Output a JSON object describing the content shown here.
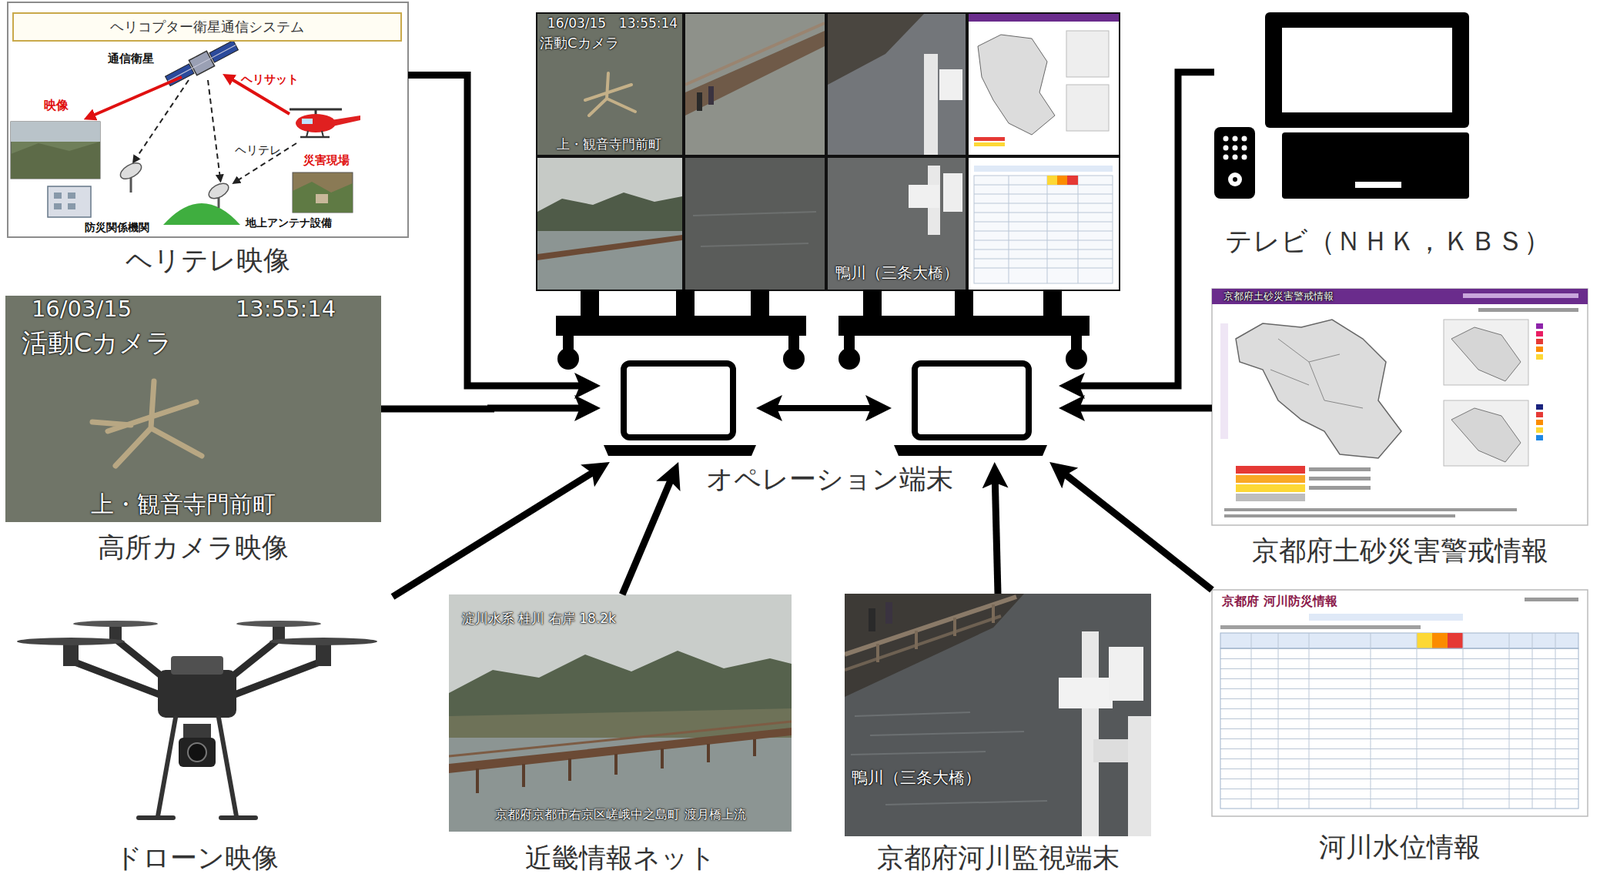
{
  "diagram": {
    "nodes": [
      {
        "text": [
          "ヘリテレ映像"
        ]
      },
      {
        "text": [
          "ヘリコプター衛星通信システム"
        ],
        "in": 0
      },
      {
        "text": [
          "テレビ（ＮＨＫ，ＫＢＳ）"
        ]
      },
      {
        "text": [
          "高所カメラ映像"
        ]
      },
      {
        "text": [
          "オペレーション端末"
        ]
      },
      {
        "text": [
          "京都府土砂災害警戒情報"
        ]
      },
      {
        "text": [
          "ドローン映像"
        ]
      },
      {
        "text": [
          "近畿情報ネット"
        ]
      },
      {
        "text": [
          "京都府河川監視端末"
        ]
      },
      {
        "text": [
          "河川水位情報"
        ]
      }
    ],
    "edges": [
      {
        "from": 0,
        "to": 4,
        "arrow": "to"
      },
      {
        "from": 2,
        "to": 4,
        "arrow": "to"
      },
      {
        "from": 3,
        "to": 4,
        "arrow": "to"
      },
      {
        "from": 5,
        "to": 4,
        "arrow": "to"
      },
      {
        "from": 6,
        "to": 4,
        "arrow": "to"
      },
      {
        "from": 7,
        "to": 4,
        "arrow": "to"
      },
      {
        "from": 8,
        "to": 4,
        "arrow": "to"
      },
      {
        "from": 9,
        "to": 4,
        "arrow": "to"
      }
    ],
    "labels": [
      "通信衛星",
      "ヘリサット",
      "映像",
      "ヘリテレ",
      "災害現場",
      "防災関係機関",
      "地上アンテナ設備",
      "16/03/15",
      "13:55:14",
      "活動Cカメラ",
      "上・観音寺門前町",
      "淀川水系 桂川 右岸 18.2k",
      "京都府京都市右京区嵯峨中之島町 渡月橋上流",
      "鴨川（三条大橋）",
      "京都府土砂災害警戒情報",
      "京都府 河川防災情報",
      "16/03/15",
      "13:55:14",
      "活動Cカメラ",
      "上・観音寺門前町",
      "鴨川（三条大橋）"
    ]
  }
}
